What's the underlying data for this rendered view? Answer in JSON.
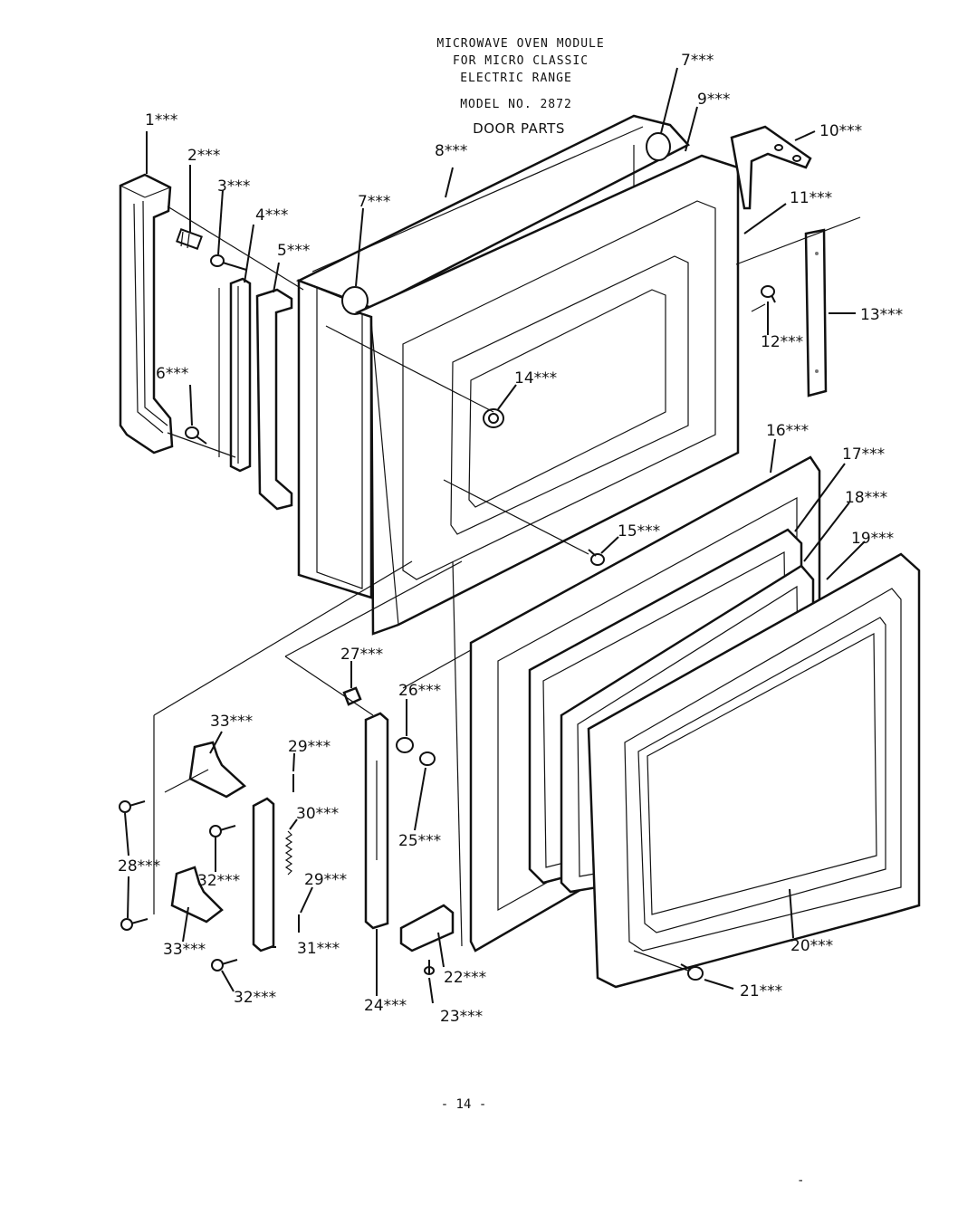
{
  "header": {
    "line1": "MICROWAVE OVEN MODULE",
    "line2": "FOR MICRO CLASSIC",
    "line3": "ELECTRIC RANGE",
    "model": "MODEL NO. 2872",
    "section": "DOOR PARTS"
  },
  "callouts": {
    "c1": "1***",
    "c2": "2***",
    "c3": "3***",
    "c4": "4***",
    "c5": "5***",
    "c6": "6***",
    "c7a": "7***",
    "c7b": "7***",
    "c8": "8***",
    "c9": "9***",
    "c10": "10***",
    "c11": "11***",
    "c12": "12***",
    "c13": "13***",
    "c14": "14***",
    "c15": "15***",
    "c16": "16***",
    "c17": "17***",
    "c18": "18***",
    "c19": "19***",
    "c20": "20***",
    "c21": "21***",
    "c22": "22***",
    "c23": "23***",
    "c24": "24***",
    "c25": "25***",
    "c26": "26***",
    "c27": "27***",
    "c28": "28***",
    "c29a": "29***",
    "c29b": "29***",
    "c30": "30***",
    "c31": "31***",
    "c32a": "32***",
    "c32b": "32***",
    "c33a": "33***",
    "c33b": "33***"
  },
  "footer": {
    "page": "- 14 -",
    "mark": "-"
  }
}
